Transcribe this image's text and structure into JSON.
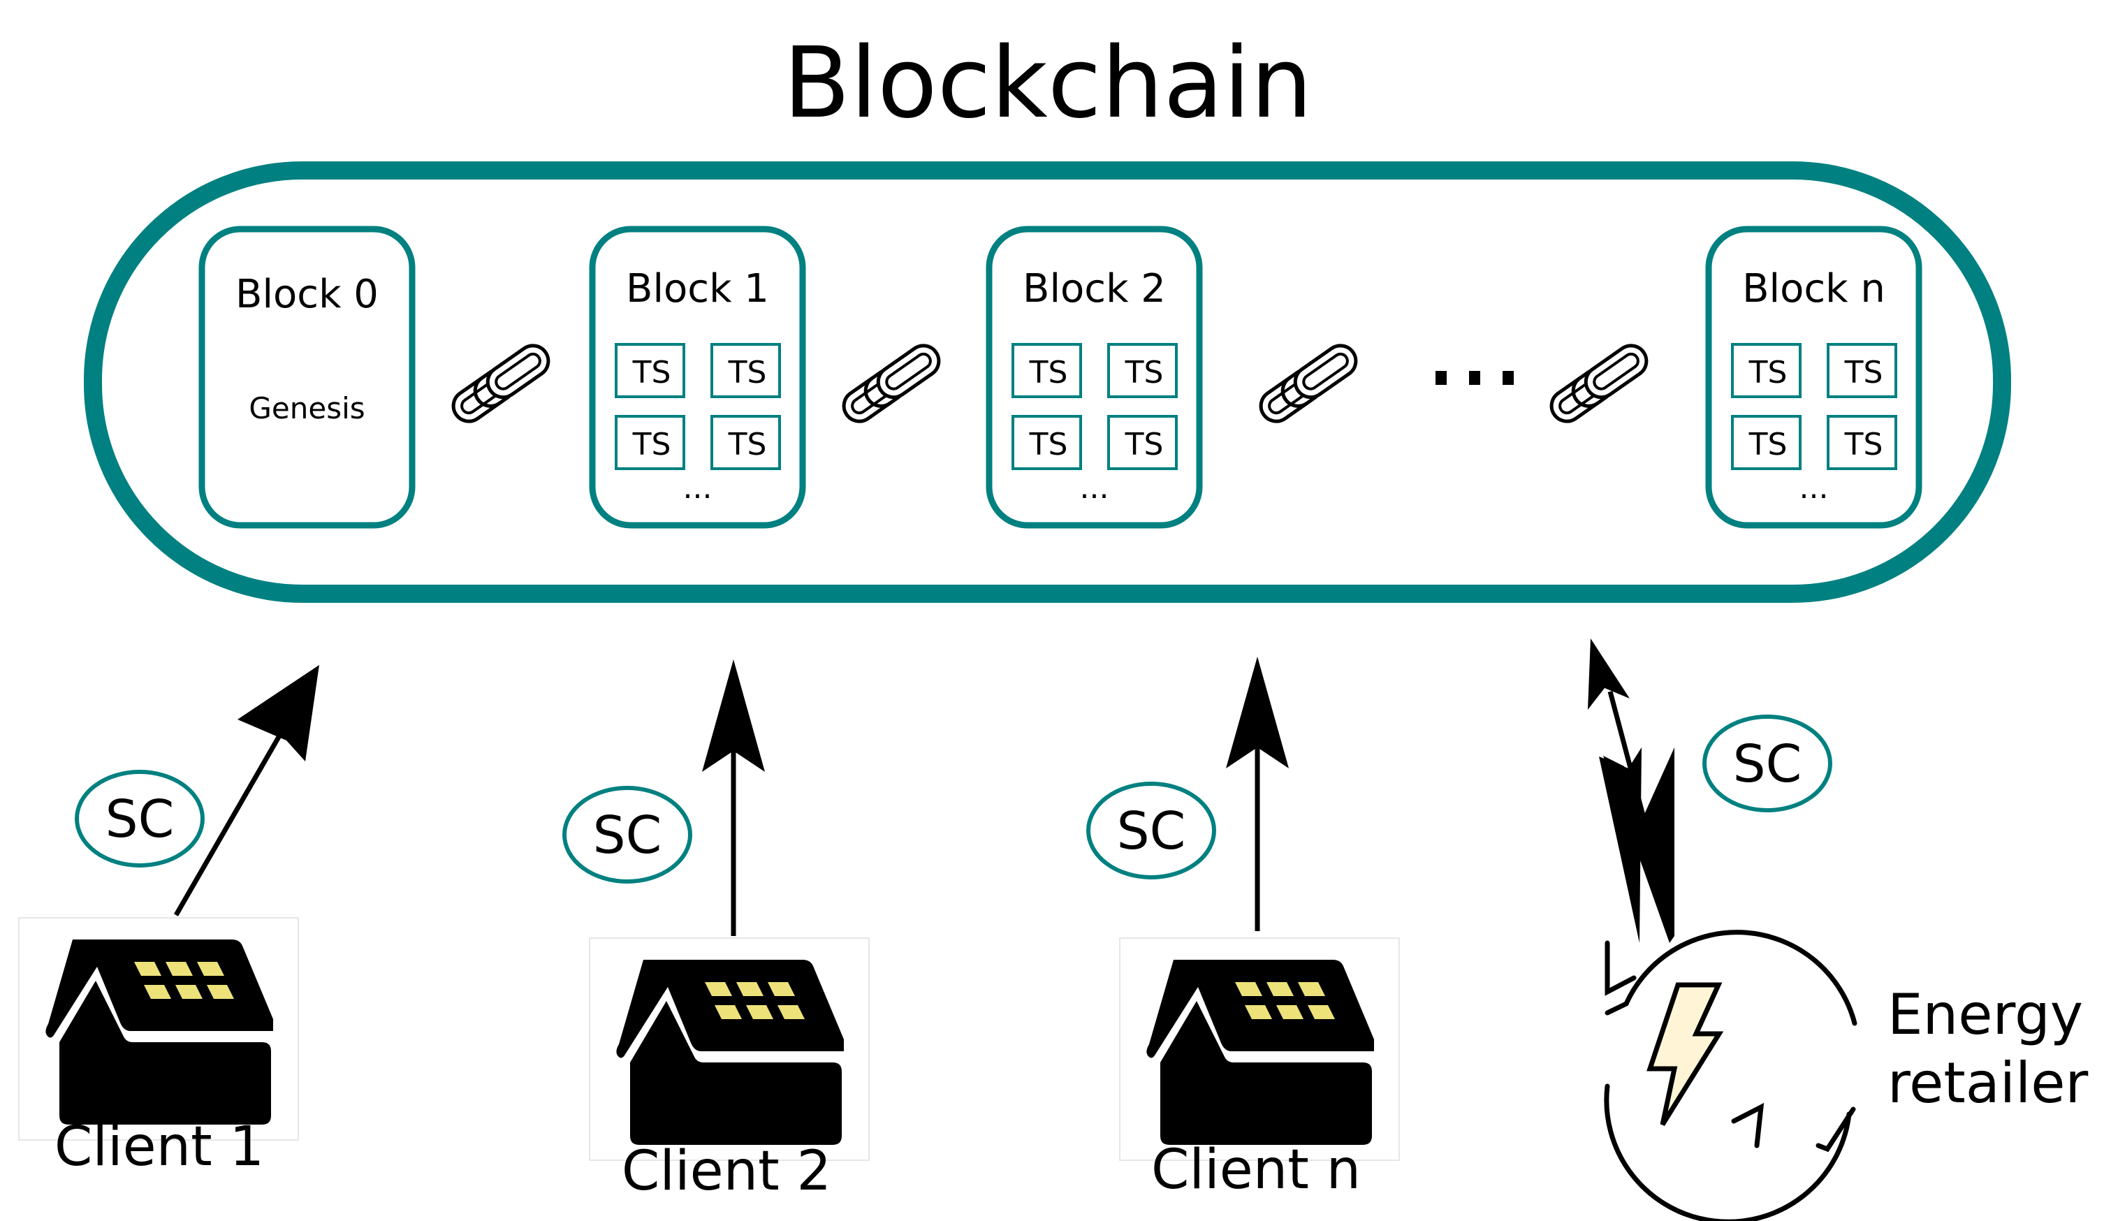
{
  "title": "Blockchain",
  "colors": {
    "teal": "#008080",
    "black": "#000000",
    "solar_panel": "#EDE27A",
    "lightning_fill": "#FFF5D6"
  },
  "blocks": [
    {
      "label": "Block 0",
      "subtitle": "Genesis",
      "transactions": []
    },
    {
      "label": "Block 1",
      "subtitle": "",
      "transactions": [
        "TS",
        "TS",
        "TS",
        "TS"
      ],
      "more": "..."
    },
    {
      "label": "Block 2",
      "subtitle": "",
      "transactions": [
        "TS",
        "TS",
        "TS",
        "TS"
      ],
      "more": "..."
    },
    {
      "label": "Block n",
      "subtitle": "",
      "transactions": [
        "TS",
        "TS",
        "TS",
        "TS"
      ],
      "more": "..."
    }
  ],
  "chain_ellipsis": "...",
  "smart_contract_label": "SC",
  "clients": [
    {
      "label": "Client 1",
      "contract": "SC"
    },
    {
      "label": "Client 2",
      "contract": "SC"
    },
    {
      "label": "Client n",
      "contract": "SC"
    }
  ],
  "retailer": {
    "label_line1": "Energy",
    "label_line2": "retailer",
    "contract": "SC"
  }
}
